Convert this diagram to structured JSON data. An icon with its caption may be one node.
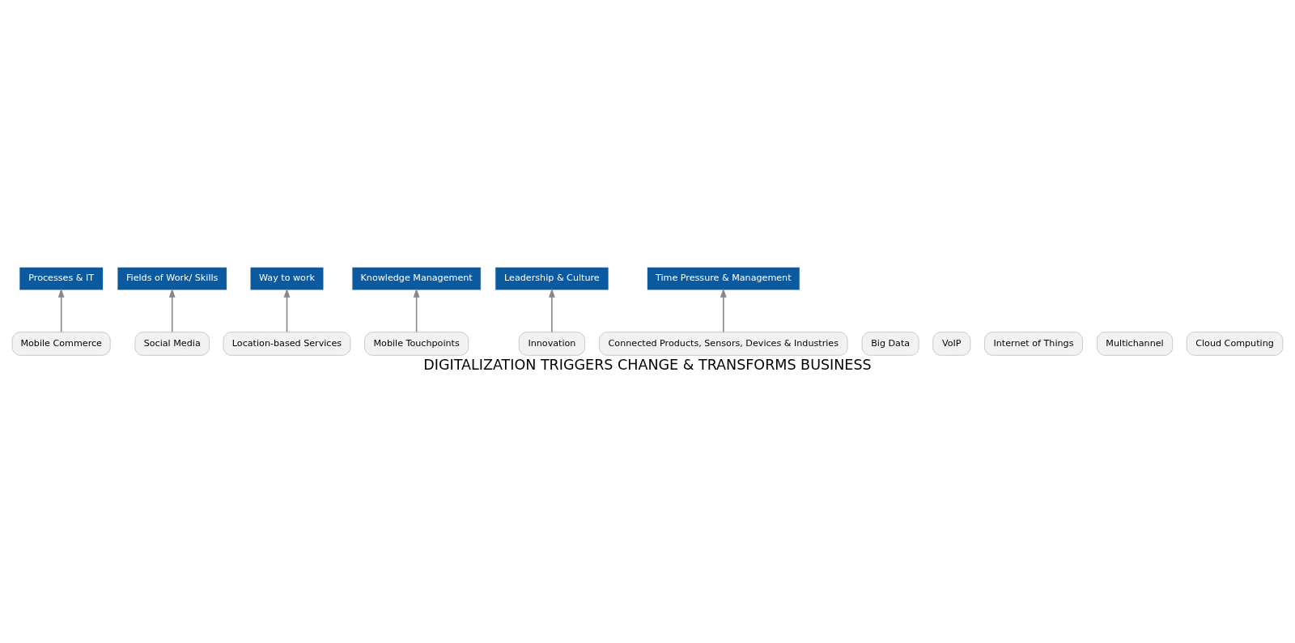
{
  "diagram": {
    "title": "DIGITALIZATION TRIGGERS CHANGE & TRANSFORMS BUSINESS",
    "nodes": [
      {
        "text": [
          "Processes & IT"
        ]
      },
      {
        "text": [
          "Fields of Work/ Skills"
        ]
      },
      {
        "text": [
          "Way to work"
        ]
      },
      {
        "text": [
          "Knowledge Management"
        ]
      },
      {
        "text": [
          "Leadership & Culture"
        ]
      },
      {
        "text": [
          "Time Pressure & Management"
        ]
      },
      {
        "text": [
          "Location-based Services"
        ]
      },
      {
        "text": [
          "Mobile Touchpoints"
        ]
      },
      {
        "text": [
          "Social Media"
        ]
      },
      {
        "text": [
          "Innovation"
        ]
      },
      {
        "text": [
          "Big Data"
        ]
      },
      {
        "text": [
          "VoIP"
        ]
      },
      {
        "text": [
          "Mobile Commerce"
        ]
      },
      {
        "text": [
          "Internet of Things"
        ]
      },
      {
        "text": [
          "Connected Products, Sensors, Devices & Industries"
        ]
      },
      {
        "text": [
          "Multichannel"
        ]
      },
      {
        "text": [
          "Cloud Computing"
        ]
      }
    ],
    "edges": [
      {
        "from": 12,
        "to": 0,
        "arrow": "to"
      },
      {
        "from": 8,
        "to": 1,
        "arrow": "to"
      },
      {
        "from": 6,
        "to": 2,
        "arrow": "to"
      },
      {
        "from": 7,
        "to": 3,
        "arrow": "to"
      },
      {
        "from": 9,
        "to": 4,
        "arrow": "to"
      },
      {
        "from": 14,
        "to": 5,
        "arrow": "to"
      }
    ]
  }
}
